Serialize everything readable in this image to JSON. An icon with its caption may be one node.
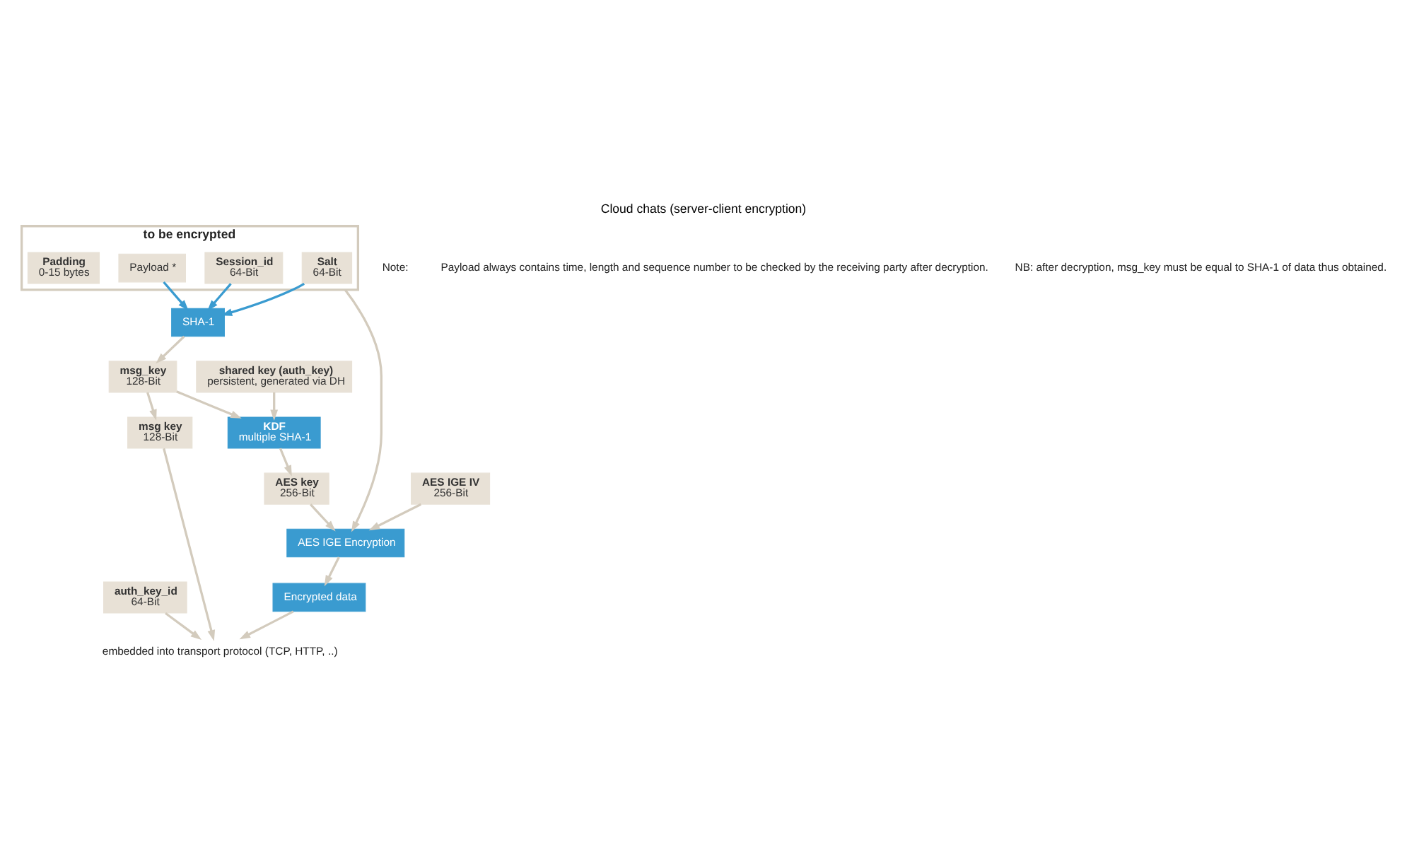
{
  "diagram": {
    "title": "Cloud chats (server-client encryption)",
    "nodes": [
      {
        "text": [
          "shared key (auth_key)",
          "persistent, generated via DH"
        ]
      },
      {
        "text": [
          "to be encrypted"
        ]
      },
      {
        "text": [
          "Salt",
          "64-Bit"
        ],
        "in": 1
      },
      {
        "text": [
          "Session_id",
          "64-Bit"
        ],
        "in": 1
      },
      {
        "text": [
          "Payload *"
        ],
        "in": 1
      },
      {
        "text": [
          "Padding",
          "0-15 bytes"
        ],
        "in": 1
      },
      {
        "text": [
          "SHA-1"
        ]
      },
      {
        "text": [
          "msg_key",
          "128-Bit"
        ]
      },
      {
        "text": [
          "KDF",
          "multiple SHA-1"
        ]
      },
      {
        "text": [
          "AES key",
          "256-Bit"
        ]
      },
      {
        "text": [
          "AES IGE IV",
          "256-Bit"
        ]
      },
      {
        "text": [
          "AES IGE Encryption"
        ]
      },
      {
        "text": [
          "auth_key_id",
          "64-Bit"
        ]
      },
      {
        "text": [
          "msg key",
          "128-Bit"
        ]
      },
      {
        "text": [
          "Encrypted data"
        ]
      },
      {
        "text": [
          "embedded into transport protocol (TCP, HTTP, ..)"
        ]
      }
    ],
    "edges": [
      {
        "from": 0,
        "to": 8,
        "arrow": "to"
      },
      {
        "from": 2,
        "to": 6,
        "arrow": "to",
        "color": "#3a9bd0"
      },
      {
        "from": 3,
        "to": 6,
        "arrow": "to",
        "color": "#3a9bd0"
      },
      {
        "from": 4,
        "to": 6,
        "arrow": "to",
        "color": "#3a9bd0"
      },
      {
        "from": 6,
        "to": 7,
        "arrow": "to"
      },
      {
        "from": 7,
        "to": 8,
        "arrow": "to"
      },
      {
        "from": 7,
        "to": 13,
        "arrow": "to"
      },
      {
        "from": 8,
        "to": 9,
        "arrow": "to"
      },
      {
        "from": 9,
        "to": 11,
        "arrow": "to"
      },
      {
        "from": 10,
        "to": 11,
        "arrow": "to"
      },
      {
        "from": 1,
        "to": 11,
        "arrow": "to"
      },
      {
        "from": 11,
        "to": 14,
        "arrow": "to"
      },
      {
        "from": 12,
        "to": 15,
        "arrow": "to"
      },
      {
        "from": 13,
        "to": 15,
        "arrow": "to"
      },
      {
        "from": 14,
        "to": 15,
        "arrow": "to"
      }
    ],
    "labels": [
      "Note:",
      "Payload always contains time, length and sequence number to be checked by the receiving party after decryption.",
      "NB: after decryption, msg_key must be equal to SHA-1 of data thus obtained."
    ]
  }
}
